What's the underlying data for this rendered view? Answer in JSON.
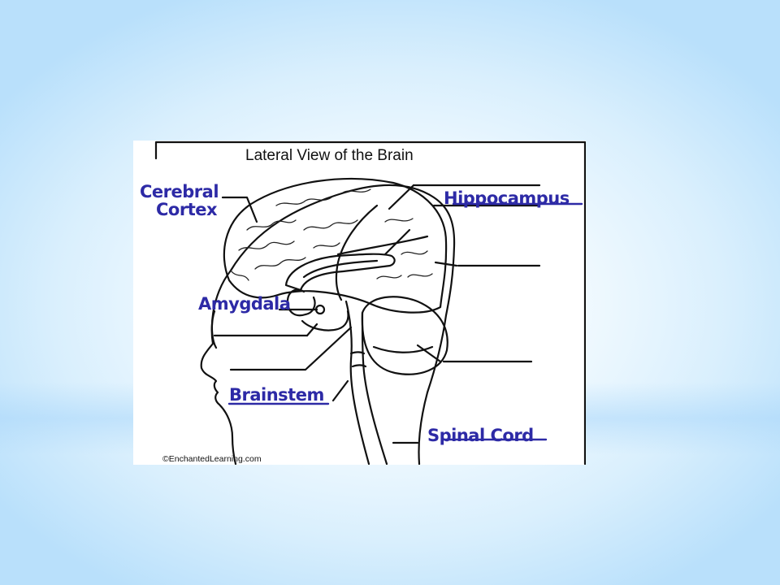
{
  "diagram": {
    "title": "Lateral View of the Brain",
    "copyright": "©EnchantedLearning.com",
    "labels": {
      "cerebral_cortex_line1": "Cerebral",
      "cerebral_cortex_line2": "Cortex",
      "hippocampus": "Hippocampus",
      "amygdala": "Amygdala",
      "brainstem": "Brainstem",
      "spinal_cord": "Spinal Cord"
    },
    "colors": {
      "ink": "#111111",
      "handwriting": "#2d2aa6",
      "paper": "#ffffff"
    }
  }
}
